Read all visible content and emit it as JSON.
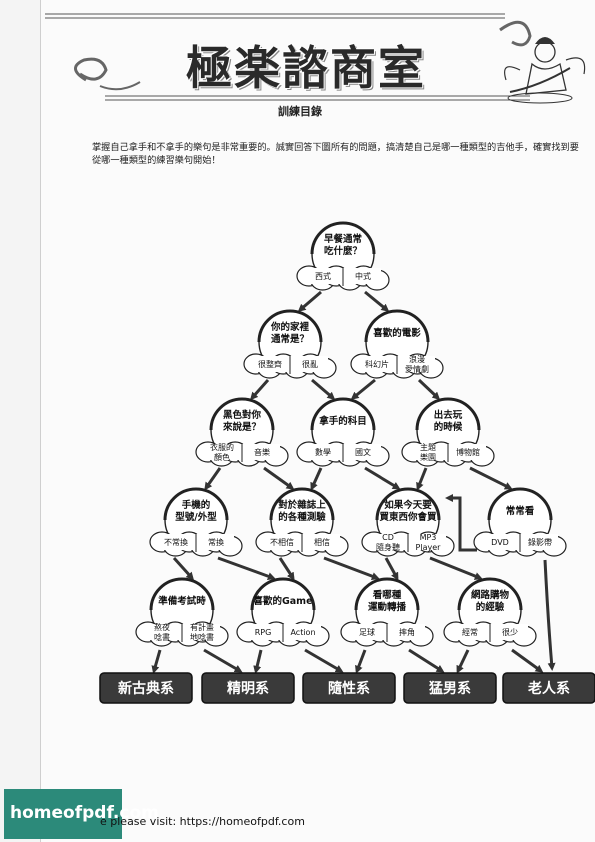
{
  "header": {
    "title": "極楽諮商室",
    "subtitle": "訓練目錄"
  },
  "intro": "掌握自己拿手和不拿手的樂句是非常重要的。誠實回答下圖所有的問題，搞清楚自己是哪一種類型的吉他手，確實找到要從哪一種類型的練習樂句開始！",
  "questions": {
    "q1": {
      "lines": [
        "早餐通常",
        "吃什麼？"
      ],
      "left": [
        "西式"
      ],
      "right": [
        "中式"
      ]
    },
    "q2": {
      "lines": [
        "你的家裡",
        "通常是？"
      ],
      "left": [
        "很整齊"
      ],
      "right": [
        "很亂"
      ]
    },
    "q3": {
      "lines": [
        "喜歡的電影"
      ],
      "left": [
        "科幻片"
      ],
      "right": [
        "浪漫",
        "愛情劇"
      ]
    },
    "q4": {
      "lines": [
        "黑色對你",
        "來說是？"
      ],
      "left": [
        "衣服的",
        "顏色"
      ],
      "right": [
        "音樂"
      ]
    },
    "q5": {
      "lines": [
        "拿手的科目"
      ],
      "left": [
        "數學"
      ],
      "right": [
        "國文"
      ]
    },
    "q6": {
      "lines": [
        "出去玩",
        "的時候"
      ],
      "left": [
        "主題",
        "樂園"
      ],
      "right": [
        "博物館"
      ]
    },
    "q7": {
      "lines": [
        "手機的",
        "型號/外型"
      ],
      "left": [
        "不常換"
      ],
      "right": [
        "常換"
      ]
    },
    "q8": {
      "lines": [
        "對於雜誌上",
        "的各種測驗"
      ],
      "left": [
        "不相信"
      ],
      "right": [
        "相信"
      ]
    },
    "q9": {
      "lines": [
        "如果今天要",
        "買東西你會買"
      ],
      "left": [
        "CD",
        "隨身聽"
      ],
      "right": [
        "MP3",
        "Player"
      ]
    },
    "q10": {
      "lines": [
        "常常看"
      ],
      "left": [
        "DVD"
      ],
      "right": [
        "錄影帶"
      ]
    },
    "q11": {
      "lines": [
        "準備考試時"
      ],
      "left": [
        "熬夜",
        "唸書"
      ],
      "right": [
        "有計畫",
        "地唸書"
      ]
    },
    "q12": {
      "lines": [
        "喜歡的Game"
      ],
      "left": [
        "RPG"
      ],
      "right": [
        "Action"
      ]
    },
    "q13": {
      "lines": [
        "看哪種",
        "運動轉播"
      ],
      "left": [
        "足球"
      ],
      "right": [
        "摔角"
      ]
    },
    "q14": {
      "lines": [
        "網路購物",
        "的經驗"
      ],
      "left": [
        "經常"
      ],
      "right": [
        "很少"
      ]
    }
  },
  "results": [
    "新古典系",
    "精明系",
    "隨性系",
    "猛男系",
    "老人系"
  ],
  "footer": {
    "logo": "homeofpdf.com",
    "watermark": "e please visit: https://homeofpdf.com"
  }
}
